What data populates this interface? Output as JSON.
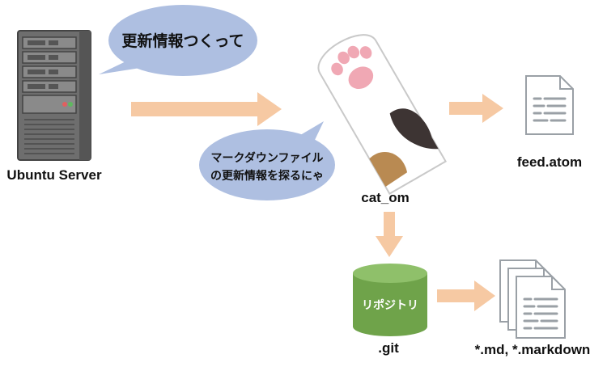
{
  "nodes": {
    "server": {
      "label": "Ubuntu Server"
    },
    "cat": {
      "label": "cat_om"
    },
    "feed": {
      "label": "feed.atom"
    },
    "repo": {
      "label": ".git",
      "cylinder_text": "リポジトリ"
    },
    "markdown": {
      "label": "*.md, *.markdown"
    }
  },
  "bubbles": {
    "server_bubble": {
      "text": "更新情報つくって"
    },
    "cat_bubble": {
      "line1": "マークダウンファイル",
      "line2": "の更新情報を探るにゃ"
    }
  },
  "colors": {
    "arrow": "#f6c9a3",
    "bubble": "#aebfe1",
    "cylinder": "#6fa34a",
    "server": "#7a7a7a",
    "document": "#9aa0a6"
  }
}
